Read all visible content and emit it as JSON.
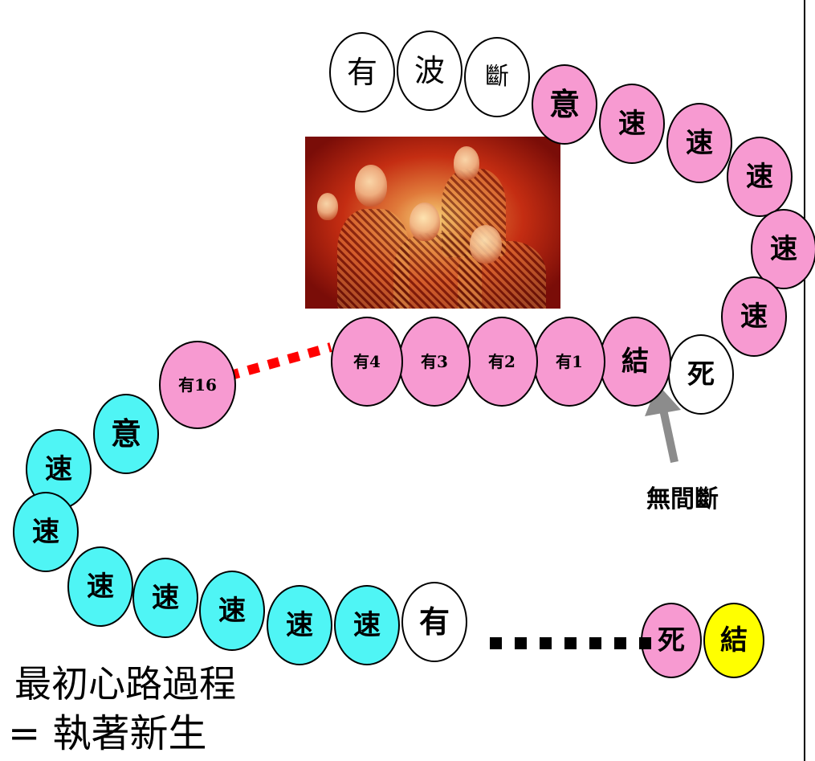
{
  "diagram": {
    "top_row": [
      {
        "text": "有",
        "color": "white"
      },
      {
        "text": "波",
        "color": "white"
      },
      {
        "text": "斷",
        "color": "white"
      },
      {
        "text": "意",
        "color": "pink"
      },
      {
        "text": "速",
        "color": "pink"
      },
      {
        "text": "速",
        "color": "pink"
      },
      {
        "text": "速",
        "color": "pink"
      },
      {
        "text": "速",
        "color": "pink"
      },
      {
        "text": "速",
        "color": "pink"
      },
      {
        "text": "死",
        "color": "white"
      },
      {
        "text": "結",
        "color": "pink"
      },
      {
        "text": "有1",
        "color": "pink"
      },
      {
        "text": "有2",
        "color": "pink"
      },
      {
        "text": "有3",
        "color": "pink"
      },
      {
        "text": "有4",
        "color": "pink"
      },
      {
        "text": "有16",
        "color": "pink"
      }
    ],
    "lower_chain": [
      {
        "text": "意",
        "color": "cyan"
      },
      {
        "text": "速",
        "color": "cyan"
      },
      {
        "text": "速",
        "color": "cyan"
      },
      {
        "text": "速",
        "color": "cyan"
      },
      {
        "text": "速",
        "color": "cyan"
      },
      {
        "text": "速",
        "color": "cyan"
      },
      {
        "text": "速",
        "color": "cyan"
      },
      {
        "text": "速",
        "color": "cyan"
      },
      {
        "text": "有",
        "color": "white"
      },
      {
        "text": "死",
        "color": "pink"
      },
      {
        "text": "結",
        "color": "yellow"
      }
    ],
    "arrow_label": "無間斷",
    "caption_line1": "最初心路過程",
    "caption_line2": "= 執著新生",
    "colors": {
      "pink": "#f79ad1",
      "cyan": "#4ff5f5",
      "yellow": "#ffff00",
      "white": "#ffffff",
      "dotted_connector": "#ff0000",
      "arrow": "#8c8c8c"
    }
  }
}
